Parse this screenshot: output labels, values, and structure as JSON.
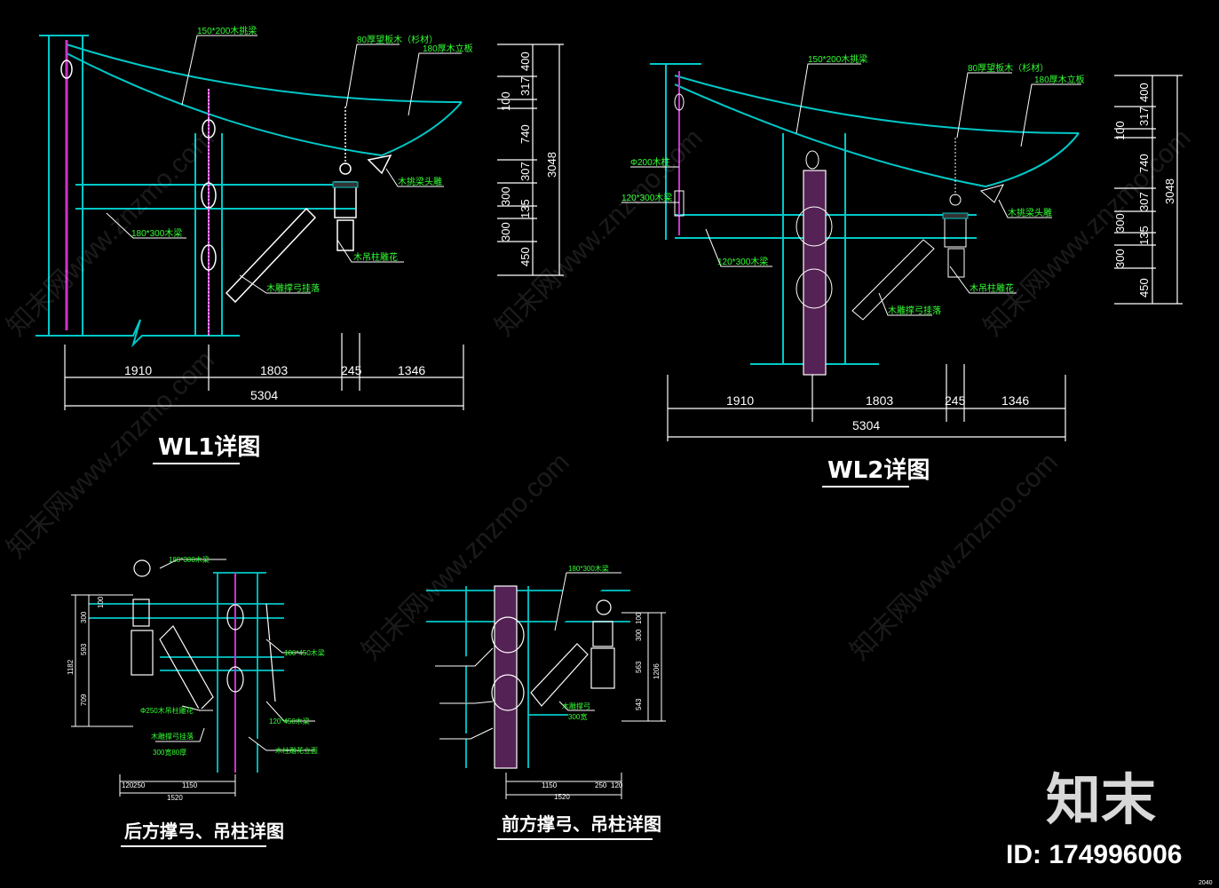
{
  "wl1": {
    "title": "WL1详图",
    "dims_h": [
      "1910",
      "1803",
      "245",
      "1346"
    ],
    "dim_total": "5304",
    "dims_v": [
      "400",
      "317",
      "100",
      "740",
      "307",
      "300",
      "135",
      "300",
      "450"
    ],
    "dim_v_total": "3048",
    "labels": [
      "150*200木挑梁",
      "80厚望板木（杉材）",
      "180厚木立板",
      "木挑梁头雕",
      "180*300木梁",
      "木吊柱雕花",
      "木雕撑弓挂落"
    ]
  },
  "wl2": {
    "title": "WL2详图",
    "dims_h": [
      "1910",
      "1803",
      "245",
      "1346"
    ],
    "dim_total": "5304",
    "dims_v": [
      "400",
      "317",
      "100",
      "740",
      "307",
      "300",
      "135",
      "300",
      "450"
    ],
    "dim_v_total": "3048",
    "labels": [
      "150*200木挑梁",
      "80厚望板木（杉材）",
      "180厚木立板",
      "木挑梁头雕",
      "Φ200木柱",
      "120*300木梁",
      "120*300木梁",
      "木吊柱雕花",
      "木雕撑弓挂落"
    ]
  },
  "back": {
    "title": "后方撑弓、吊柱详图",
    "dims_v": [
      "1182",
      "100",
      "300",
      "593",
      "709"
    ],
    "dims_h": [
      "120",
      "250",
      "1150",
      "1520"
    ],
    "labels": [
      "180*300木梁",
      "180*450木梁",
      "120*450木梁",
      "Φ250木吊柱雕花",
      "木雕撑弓挂落",
      "300宽80厚",
      "木柱雕花立面"
    ]
  },
  "front": {
    "title": "前方撑弓、吊柱详图",
    "dims_v": [
      "100",
      "300",
      "563",
      "543",
      "1206"
    ],
    "dims_h": [
      "1150",
      "250",
      "120",
      "1520"
    ],
    "labels": [
      "180*300木梁",
      "木雕撑弓",
      "300宽"
    ]
  },
  "watermark": {
    "text": "知末网www.znzmo.com"
  },
  "brand": {
    "logo": "知末",
    "id": "ID: 174996006"
  },
  "corner_text": "2040",
  "colors": {
    "background": "#000000",
    "beam": "#00c8c8",
    "annotation": "#33ff33",
    "dimension": "#ffffff",
    "column_center": "#cc33cc"
  }
}
